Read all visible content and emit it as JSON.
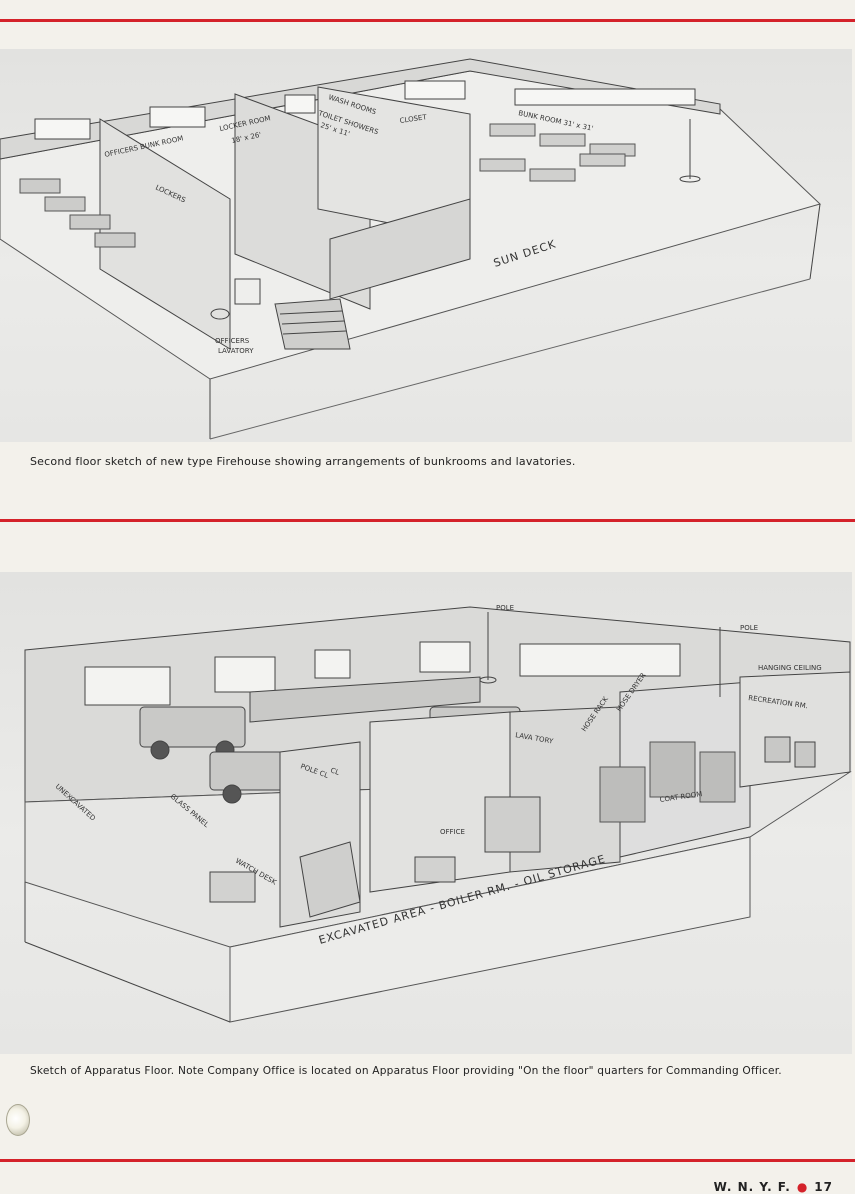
{
  "top_figure": {
    "labels": {
      "officers_bunk_room": "OFFICERS BUNK ROOM",
      "lockers": "LOCKERS",
      "locker_room": "LOCKER ROOM",
      "locker_room_size": "18' x 26'",
      "wash_rooms": "WASH ROOMS",
      "toilet_showers": "TOILET SHOWERS",
      "wash_rooms_size": "25' x 11'",
      "closet": "CLOSET",
      "bunk_room": "BUNK ROOM 31' x 31'",
      "sun_deck": "SUN DECK",
      "officers_lavatory_1": "OFFICERS",
      "officers_lavatory_2": "LAVATORY"
    },
    "caption": "Second floor sketch of new type Firehouse showing arrangements of bunkrooms and lavatories."
  },
  "bottom_figure": {
    "labels": {
      "pole_1": "POLE",
      "pole_2": "POLE",
      "hanging_ceiling": "HANGING CEILING",
      "recreation_rm": "RECREATION RM.",
      "hose_rack": "HOSE RACK",
      "hose_dryer": "HOSE DRYER",
      "lavatory": "LAVA TORY",
      "pole_cl": "POLE CL",
      "cl": "CL",
      "coat_room": "COAT ROOM",
      "glass_panel": "GLASS PANEL",
      "unexcavated": "UNEXCAVATED",
      "office": "OFFICE",
      "watch_desk": "WATCH DESK",
      "excavated_area": "EXCAVATED AREA - BOILER RM. - OIL STORAGE"
    },
    "caption": "Sketch of Apparatus Floor.  Note Company Office is located on Apparatus Floor providing \"On the floor\" quarters for Commanding Officer."
  },
  "footer": {
    "publication": "W. N. Y. F.",
    "page_number": "17"
  },
  "colors": {
    "rule": "#d4222a",
    "paper": "#f3f1eb",
    "sketch_bg": "#e6e6e4",
    "ink": "#333333"
  }
}
